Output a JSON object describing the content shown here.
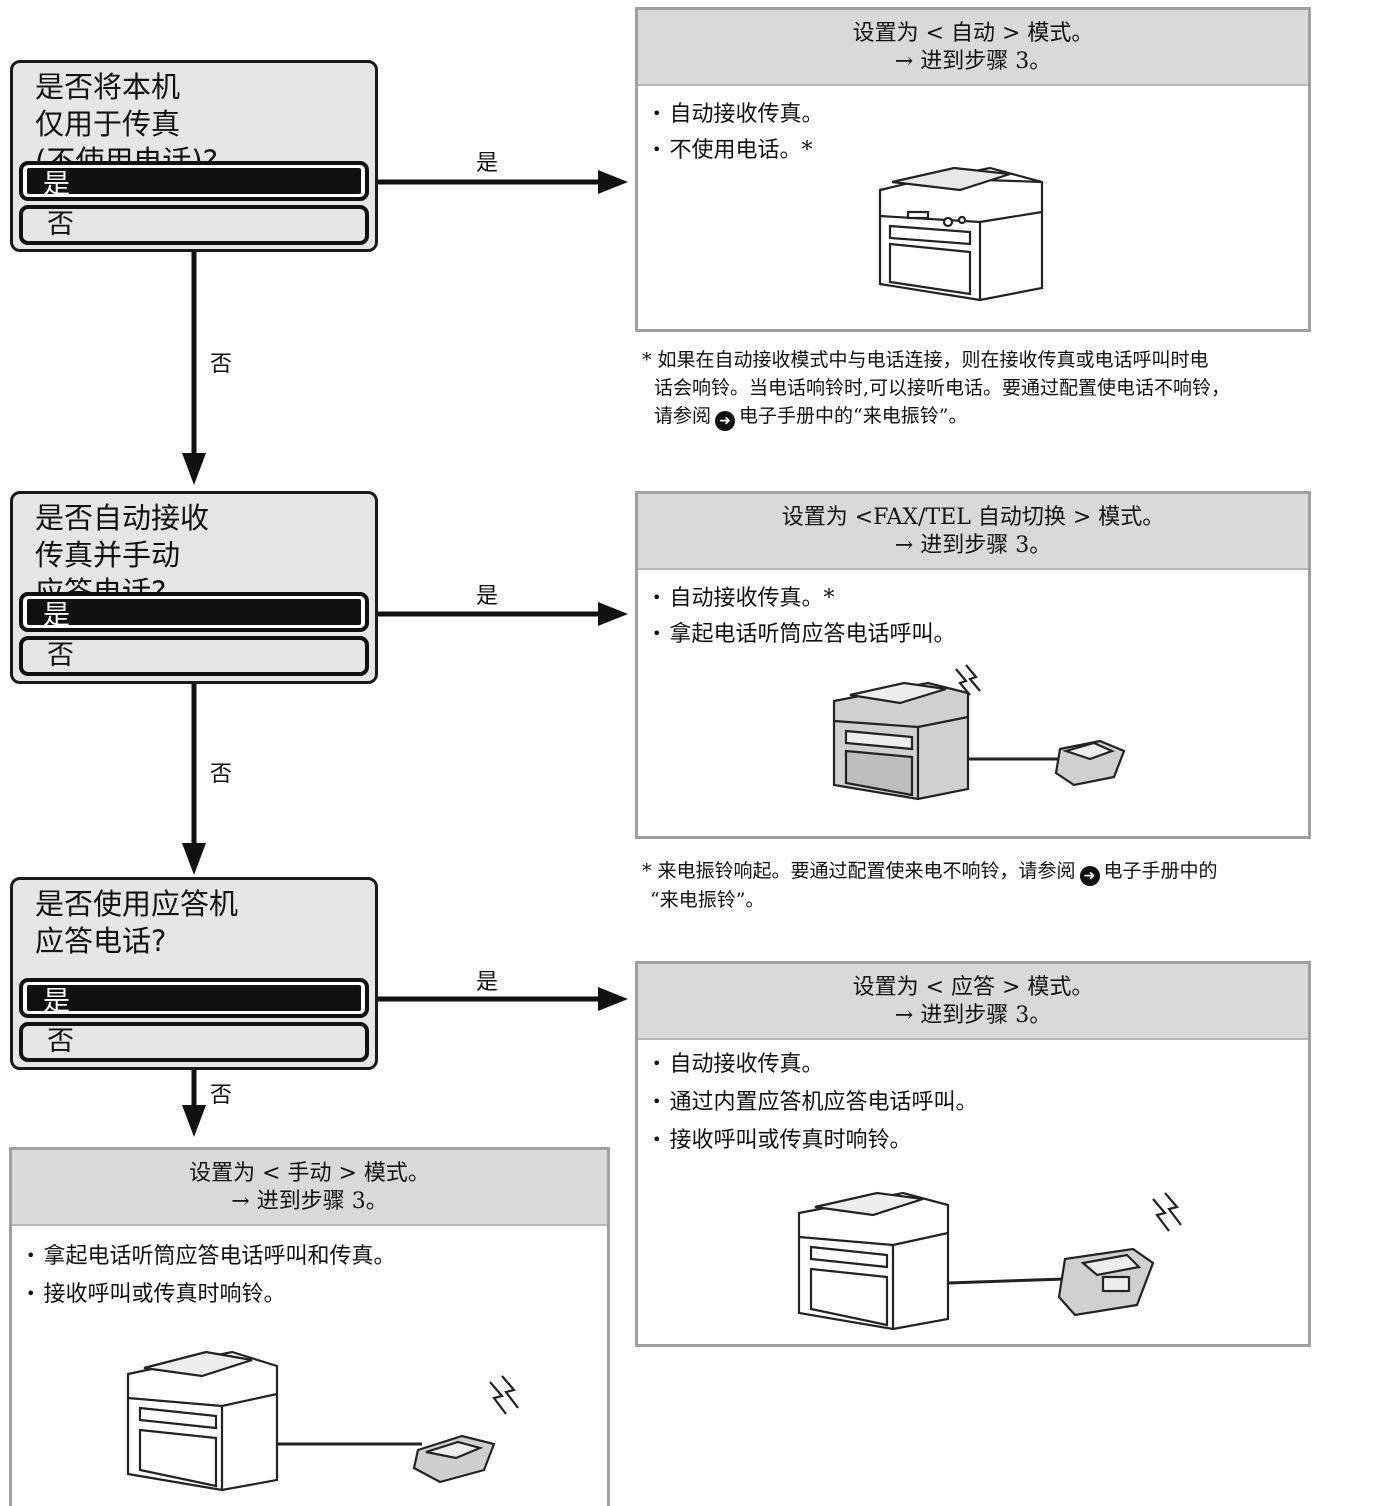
{
  "q1": {
    "lines": [
      "是否将本机",
      "仅用于传真",
      "(不使用电话)?"
    ],
    "yes": "是",
    "no": "否"
  },
  "q2": {
    "lines": [
      "是否自动接收",
      "传真并手动",
      "应答电话?"
    ],
    "yes": "是",
    "no": "否"
  },
  "q3": {
    "lines": [
      "是否使用应答机",
      "应答电话?"
    ],
    "yes": "是",
    "no": "否"
  },
  "flow": {
    "yes1": "是",
    "no1": "否",
    "yes2": "是",
    "no2": "否",
    "yes3": "是",
    "no3": "否"
  },
  "auto": {
    "title": "设置为 < 自动 > 模式。",
    "step": "→ 进到步骤 3。",
    "bullets": [
      "自动接收传真。",
      "不使用电话。*"
    ],
    "note": [
      "* 如果在自动接收模式中与电话连接，则在接收传真或电话呼叫时电",
      "话会响铃。当电话响铃时,可以接听电话。要通过配置使电话不响铃，",
      "请参阅",
      "电子手册中的“来电振铃”。"
    ]
  },
  "faxtel": {
    "title": "设置为 <FAX/TEL 自动切换 > 模式。",
    "step": "→ 进到步骤 3。",
    "bullets": [
      "自动接收传真。*",
      "拿起电话听筒应答电话呼叫。"
    ],
    "note": [
      "* 来电振铃响起。要通过配置使来电不响铃，请参阅",
      "电子手册中的",
      "“来电振铃”。"
    ]
  },
  "answer": {
    "title": "设置为 < 应答 > 模式。",
    "step": "→ 进到步骤 3。",
    "bullets": [
      "自动接收传真。",
      "通过内置应答机应答电话呼叫。",
      "接收呼叫或传真时响铃。"
    ]
  },
  "manual": {
    "title": "设置为 < 手动 > 模式。",
    "step": "→ 进到步骤 3。",
    "bullets": [
      "拿起电话听筒应答电话呼叫和传真。",
      "接收呼叫或传真时响铃。"
    ]
  },
  "icons": [
    "printer-icon",
    "telephone-icon",
    "ring-icon",
    "arrow-circle-icon"
  ],
  "colors": {
    "panel_bg": "#e6e6e6",
    "header_bg": "#d9d9d9",
    "border": "#a0a0a0",
    "ink": "#111111"
  }
}
